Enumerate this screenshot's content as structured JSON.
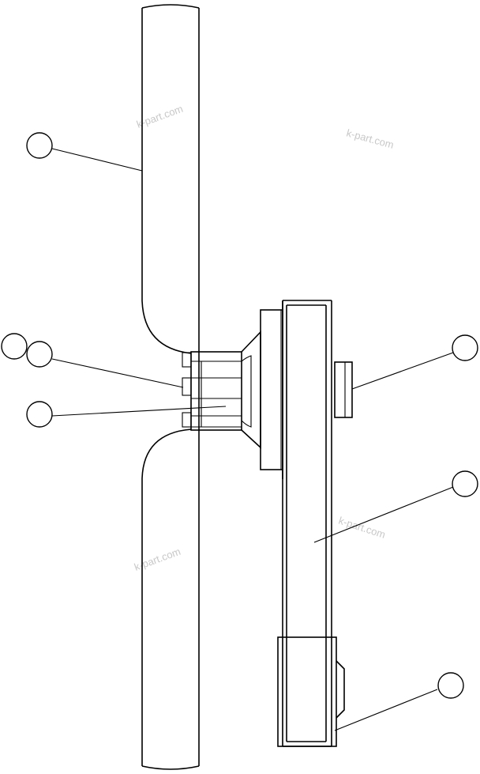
{
  "watermark_text": "k-part.com",
  "callouts": [
    {
      "id": "callout-shaft-upper"
    },
    {
      "id": "callout-bolt-a"
    },
    {
      "id": "callout-bolt-b"
    },
    {
      "id": "callout-flange"
    },
    {
      "id": "callout-pulley-nut"
    },
    {
      "id": "callout-belt"
    },
    {
      "id": "callout-lower-pulley"
    }
  ]
}
